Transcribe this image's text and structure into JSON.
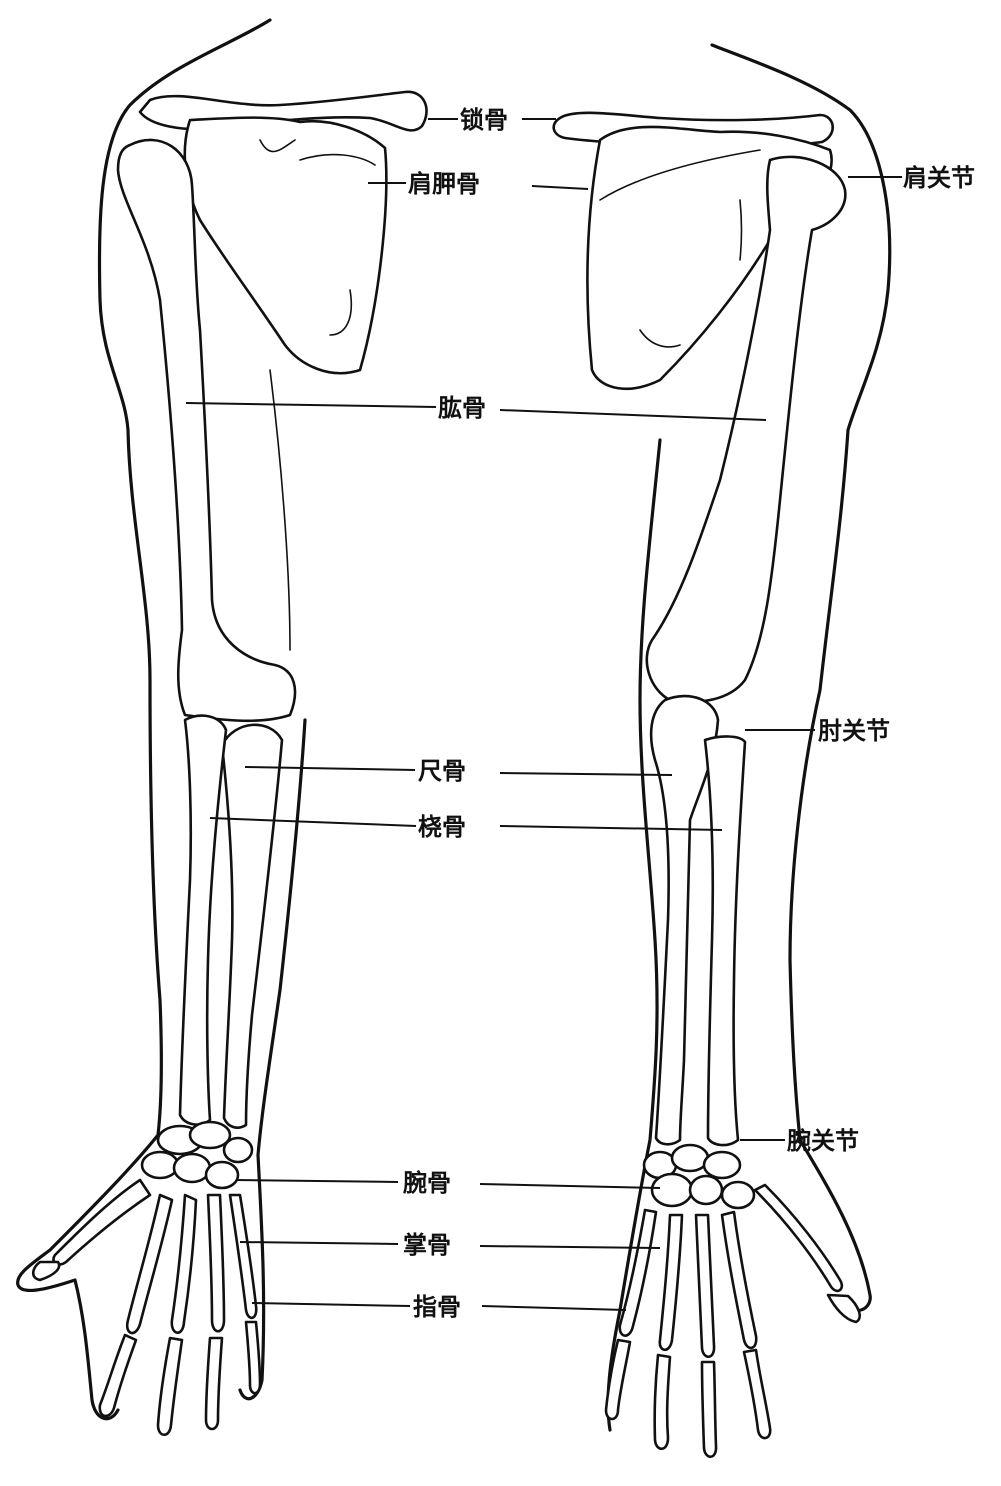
{
  "labels": {
    "clavicle": "锁骨",
    "scapula": "肩胛骨",
    "shoulder_joint": "肩关节",
    "humerus": "肱骨",
    "elbow_joint": "肘关节",
    "ulna": "尺骨",
    "radius": "桡骨",
    "wrist_joint": "腕关节",
    "carpals": "腕骨",
    "metacarpals": "掌骨",
    "phalanges": "指骨"
  }
}
